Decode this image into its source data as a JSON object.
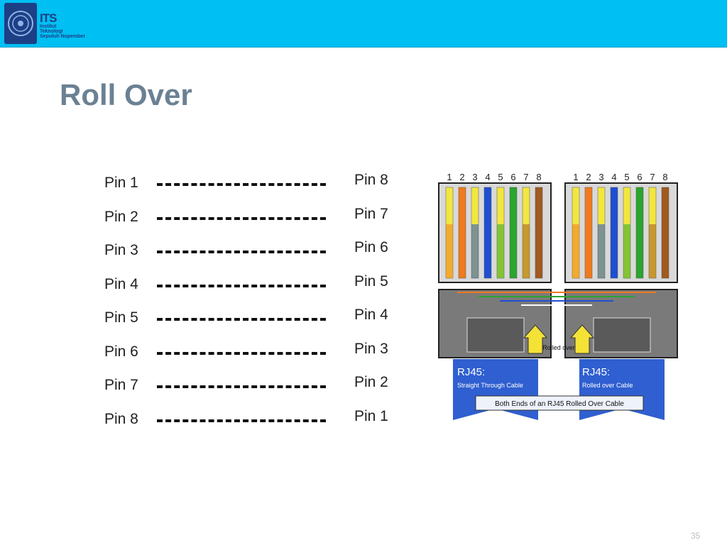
{
  "header": {
    "logo": {
      "abbr": "ITS",
      "lines": [
        "Institut",
        "Teknologi",
        "Sepuluh Nopember"
      ]
    }
  },
  "slide": {
    "title": "Roll Over",
    "pin_pairs": [
      {
        "left": "Pin 1",
        "right": "Pin 8"
      },
      {
        "left": "Pin 2",
        "right": "Pin 7"
      },
      {
        "left": "Pin 3",
        "right": "Pin 6"
      },
      {
        "left": "Pin 4",
        "right": "Pin 5"
      },
      {
        "left": "Pin 5",
        "right": "Pin 4"
      },
      {
        "left": "Pin 6",
        "right": "Pin 3"
      },
      {
        "left": "Pin 7",
        "right": "Pin 2"
      },
      {
        "left": "Pin 8",
        "right": "Pin 1"
      }
    ],
    "figure": {
      "pin_numbers": [
        "1",
        "2",
        "3",
        "4",
        "5",
        "6",
        "7",
        "8"
      ],
      "left_connector_label": "RJ45:",
      "left_connector_sub": "Straight Through Cable",
      "right_connector_label": "RJ45:",
      "right_connector_sub": "Rolled over Cable",
      "arrow_label": "Rolled over",
      "caption": "Both Ends of an RJ45 Rolled Over Cable",
      "colors": {
        "wire_fill": [
          "#f2e640",
          "#f07a1e",
          "#f2e640",
          "#1f4fd1",
          "#f2e640",
          "#2aa52e",
          "#f2e640",
          "#a05a20"
        ],
        "ribbon": "#2f5fd0",
        "connector_body": "#7a7a7a",
        "arrow": "#f4e236"
      }
    },
    "page_number": "35"
  }
}
